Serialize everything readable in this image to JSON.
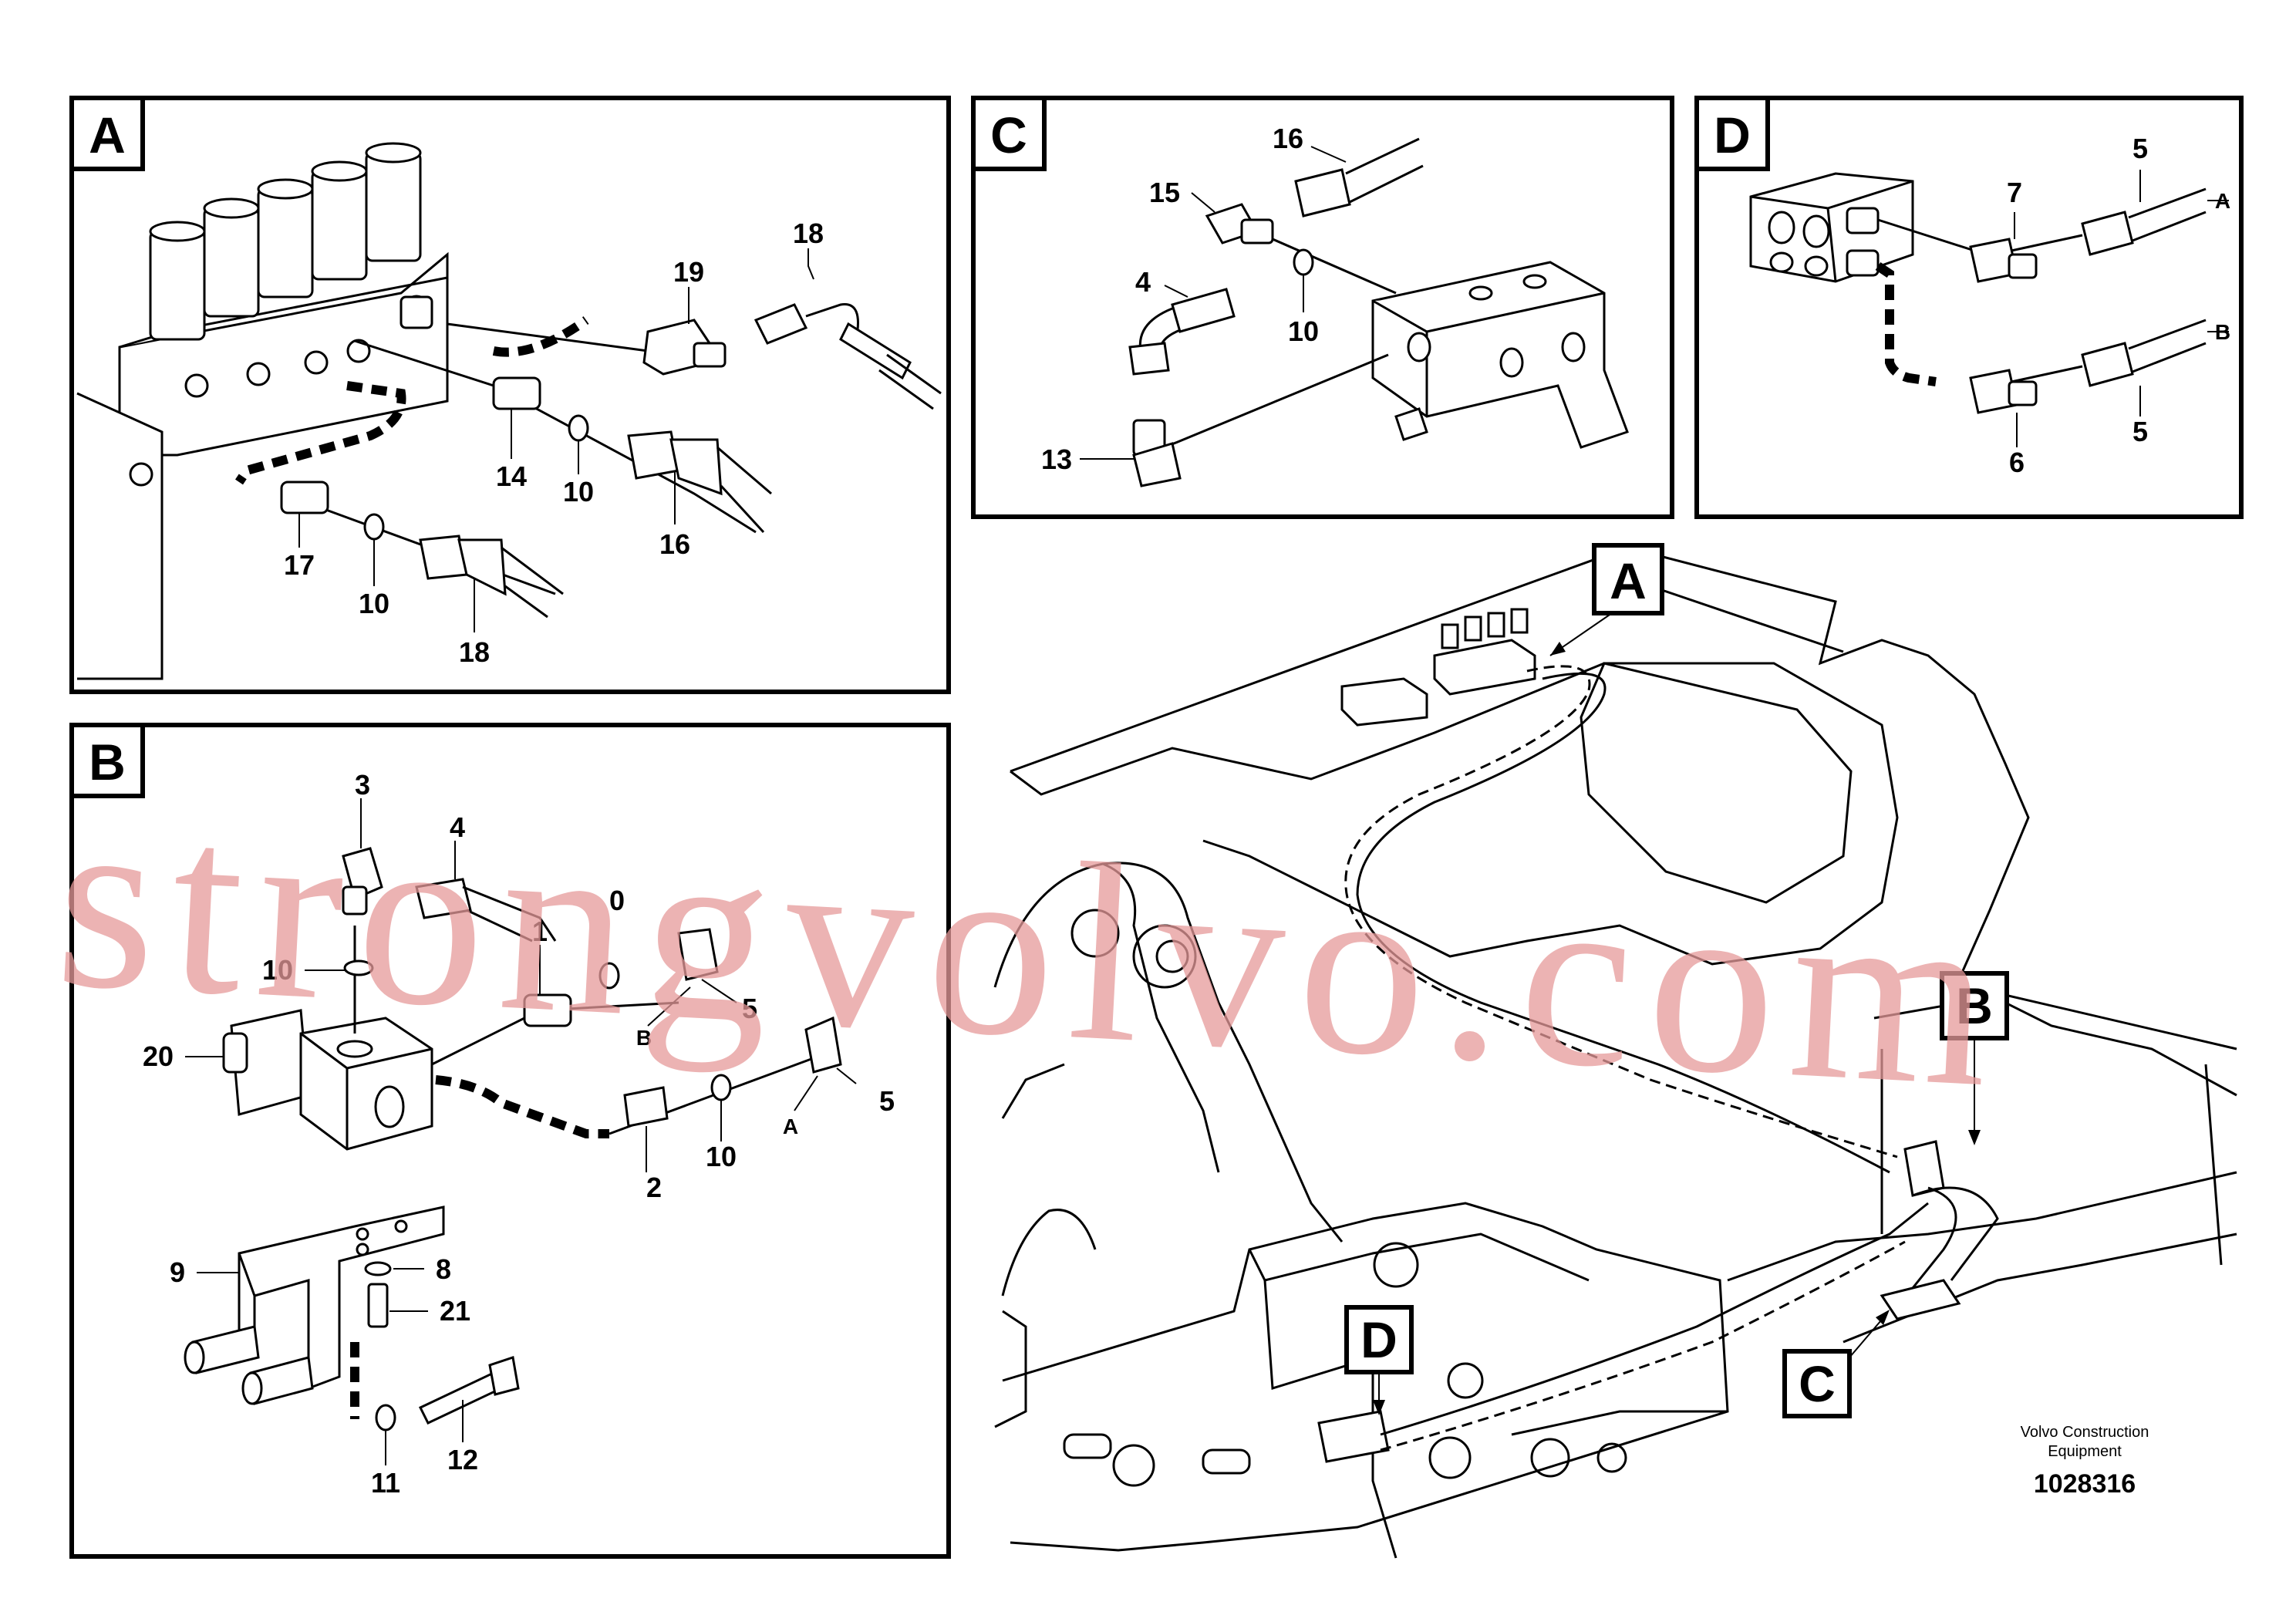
{
  "watermark": "strongvolvo.com",
  "panels": {
    "A": {
      "label": "A",
      "callouts": [
        "18",
        "19",
        "14",
        "10",
        "16",
        "17",
        "10",
        "18"
      ]
    },
    "B": {
      "label": "B",
      "callouts": [
        "3",
        "4",
        "0",
        "1",
        "10",
        "5",
        "B",
        "20",
        "5",
        "A",
        "10",
        "2",
        "9",
        "8",
        "21",
        "12",
        "11"
      ]
    },
    "C": {
      "label": "C",
      "callouts": [
        "16",
        "15",
        "4",
        "10",
        "13"
      ]
    },
    "D": {
      "label": "D",
      "callouts": [
        "5",
        "7",
        "A",
        "B",
        "5",
        "6"
      ]
    }
  },
  "overview": {
    "markers": [
      "A",
      "B",
      "C",
      "D"
    ]
  },
  "footer": {
    "line1": "Volvo Construction",
    "line2": "Equipment",
    "doc_number": "1028316"
  }
}
